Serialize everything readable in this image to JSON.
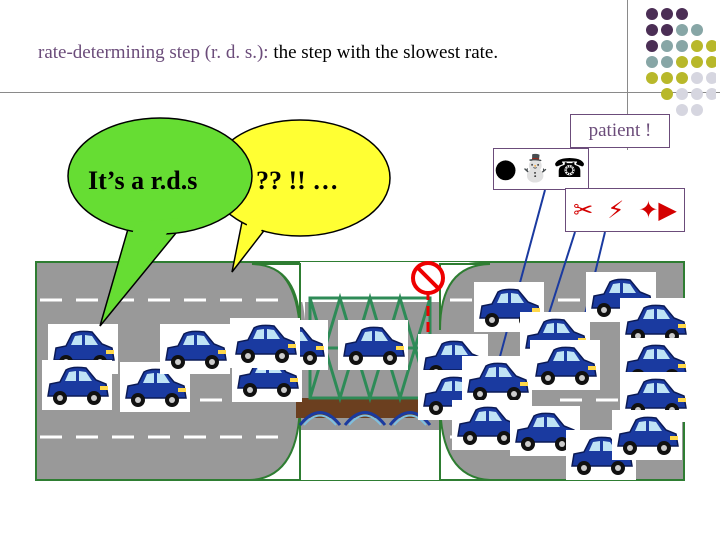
{
  "title": {
    "lead": "rate-determining step (r. d. s.):",
    "definition": "the step with the slowest rate."
  },
  "bubbles": {
    "green": "It’s a r.d.s",
    "yellow": "?? !! …"
  },
  "patient_label": "patient !",
  "symbols": {
    "box1": "●⛄☎",
    "box2_a": "✂",
    "box2_b": "⚡",
    "box2_c": "✦▶"
  },
  "colors": {
    "road": "#999999",
    "grass": "#ffffff",
    "green_bubble": "#66dd33",
    "yellow_bubble": "#ffff33",
    "car_body": "#1a3aa0",
    "bridge": "#2e8b57",
    "dot_purple": "#4b2e55",
    "dot_teal": "#87a6a6",
    "dot_olive": "#b8b82a",
    "dot_gray": "#d6d6e0",
    "title_lead": "#6b4c7a"
  },
  "icons": [
    "no-entry-sign-icon",
    "car-icon",
    "truss-bridge-icon"
  ]
}
